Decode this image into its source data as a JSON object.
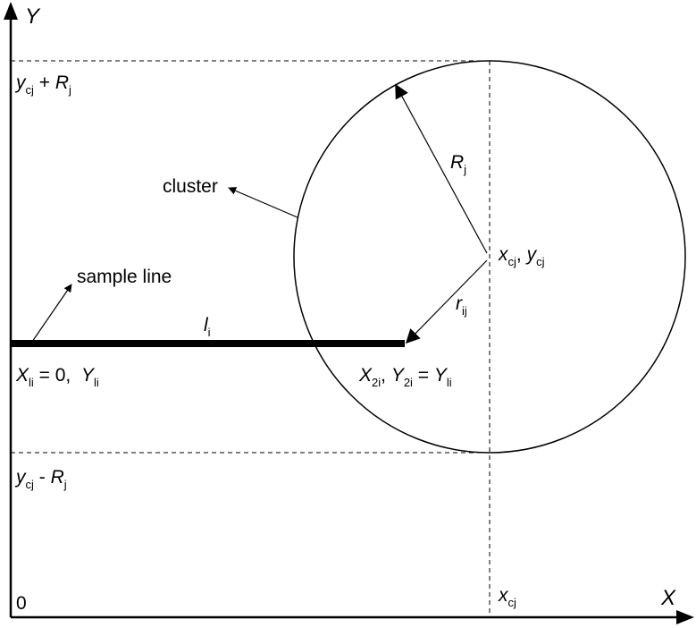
{
  "axes": {
    "y_label": "Y",
    "x_label": "X",
    "origin_label": "0"
  },
  "labels": {
    "y_top": {
      "var": "y",
      "var_sub": "cj",
      "op": " + ",
      "r": "R",
      "r_sub": "j"
    },
    "y_bottom": {
      "var": "y",
      "var_sub": "cj",
      "op": " - ",
      "r": "R",
      "r_sub": "j"
    },
    "cluster": "cluster",
    "sample_line": "sample line",
    "line_length": {
      "var": "l",
      "sub": "i"
    },
    "radius_R": {
      "var": "R",
      "sub": "j"
    },
    "radius_r": {
      "var": "r",
      "sub": "ij"
    },
    "center": {
      "x": "x",
      "x_sub": "cj",
      "sep": ", ",
      "y": "y",
      "y_sub": "cj"
    },
    "start_point": {
      "x": "X",
      "x_sub": "li",
      "eq": " = 0,  ",
      "y": "Y",
      "y_sub": "li"
    },
    "end_point": {
      "x": "X",
      "x_sub": "2i",
      "sep": ", ",
      "y": "Y",
      "y_sub": "2i",
      "eq": " = ",
      "y2": "Y",
      "y2_sub": "li"
    },
    "x_center": {
      "var": "x",
      "sub": "cj"
    }
  },
  "colors": {
    "ink": "#000000",
    "background": "#ffffff"
  }
}
